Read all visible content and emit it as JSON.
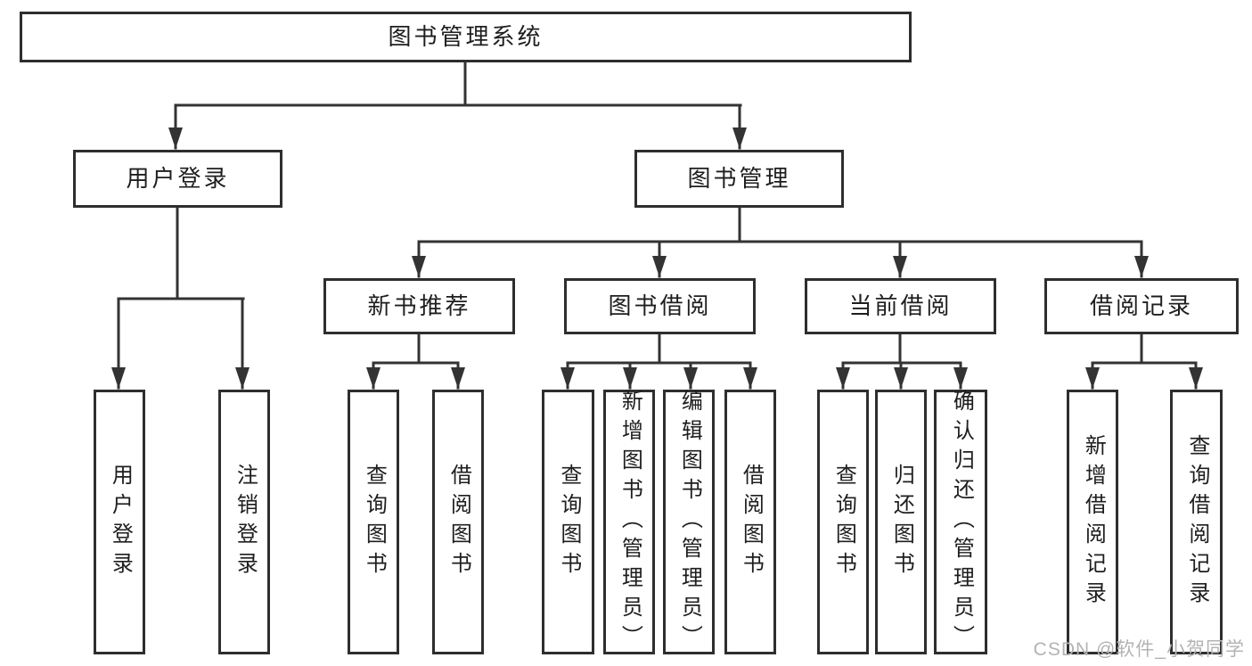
{
  "diagram": {
    "root": {
      "label": "图书管理系统"
    },
    "branches": {
      "user_login": {
        "label": "用户登录"
      },
      "book_mgmt": {
        "label": "图书管理"
      }
    },
    "level3": {
      "new_book": {
        "label": "新书推荐"
      },
      "borrow": {
        "label": "图书借阅"
      },
      "current": {
        "label": "当前借阅"
      },
      "records": {
        "label": "借阅记录"
      }
    },
    "leaves": {
      "user_login_leaf": {
        "label": "用户登录"
      },
      "logout_leaf": {
        "label": "注销登录"
      },
      "nb_query": {
        "label": "查询图书"
      },
      "nb_borrow": {
        "label": "借阅图书"
      },
      "bb_query": {
        "label": "查询图书"
      },
      "bb_add": {
        "label": "新增图书（管理员）"
      },
      "bb_edit": {
        "label": "编辑图书（管理员）"
      },
      "bb_borrow": {
        "label": "借阅图书"
      },
      "cb_query": {
        "label": "查询图书"
      },
      "cb_return": {
        "label": "归还图书"
      },
      "cb_confirm": {
        "label": "确认归还（管理员）"
      },
      "br_add": {
        "label": "新增借阅记录"
      },
      "br_query": {
        "label": "查询借阅记录"
      }
    },
    "watermark": "CSDN @软件_小贺同学",
    "colors": {
      "line": "#333333",
      "box_border": "#2e2e2e",
      "box_bg": "#ffffff",
      "text": "#1e1e1e",
      "watermark": "#b3b3b3"
    }
  }
}
